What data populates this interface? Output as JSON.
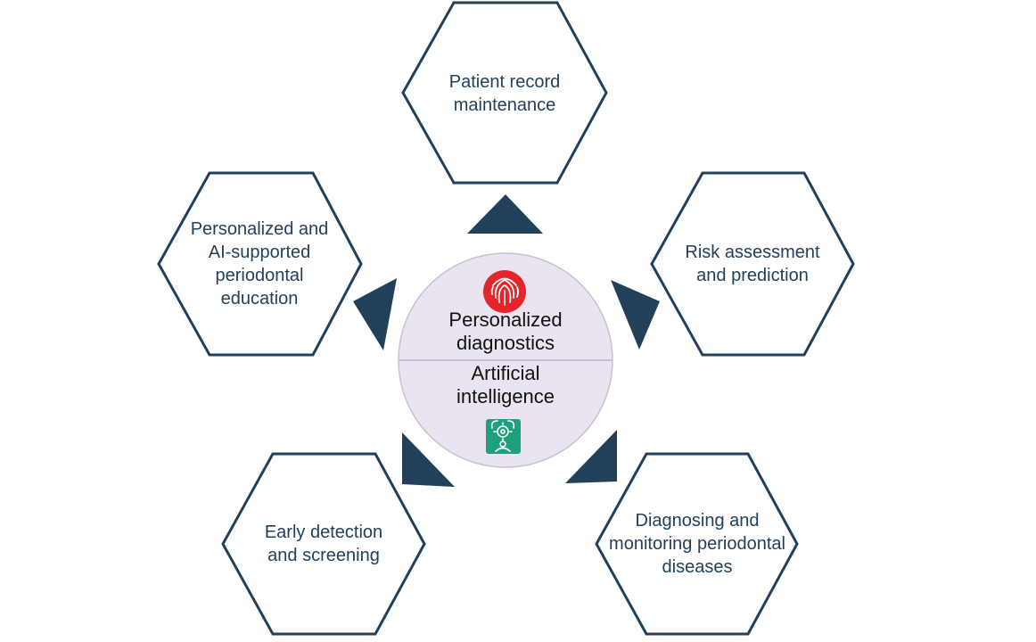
{
  "center": {
    "top_line1": "Personalized",
    "top_line2": "diagnostics",
    "bottom_line1": "Artificial",
    "bottom_line2": "intelligence",
    "top_icon": "fingerprint-icon",
    "bottom_icon": "ai-brain-gear-icon"
  },
  "hexagons": {
    "top": {
      "lines": [
        "Patient record",
        "maintenance"
      ]
    },
    "upper_left": {
      "lines": [
        "Personalized and",
        "AI-supported",
        "periodontal",
        "education"
      ]
    },
    "upper_right": {
      "lines": [
        "Risk assessment",
        "and prediction"
      ]
    },
    "lower_left": {
      "lines": [
        "Early detection",
        "and screening"
      ]
    },
    "lower_right": {
      "lines": [
        "Diagnosing and",
        "monitoring periodontal",
        "diseases"
      ]
    }
  },
  "colors": {
    "outline": "#23405a",
    "arrow": "#23405a",
    "circle_fill": "#e9e4ef",
    "fingerprint_badge": "#e3262b",
    "ai_badge": "#1fa07c"
  }
}
